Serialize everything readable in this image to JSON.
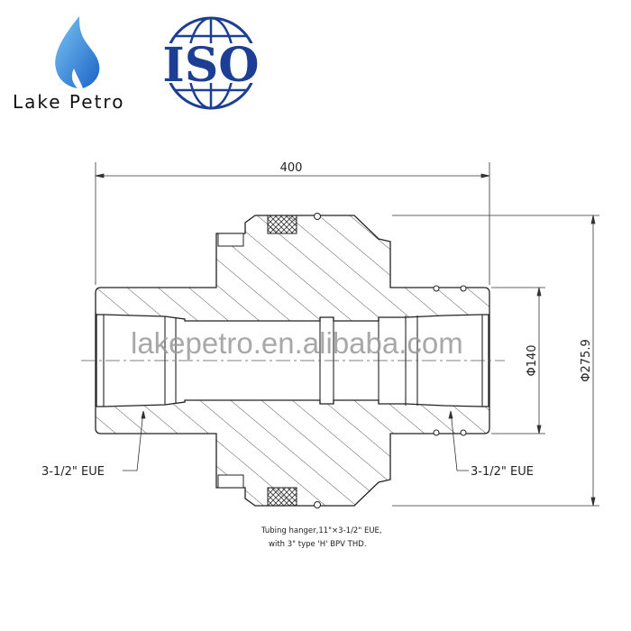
{
  "logos": {
    "company": "Lake Petro",
    "certification": "ISO",
    "brand_color": "#1e6fd0",
    "iso_color": "#1c3f94"
  },
  "drawing": {
    "overall_length": "400",
    "inner_diameter": "Φ140",
    "outer_diameter": "Φ275.9",
    "left_thread": "3-1/2\" EUE",
    "right_thread": "3-1/2\" EUE",
    "watermark": "lakepetro.en.alibaba.com",
    "caption_line1": "Tubing hanger,11\"×3-1/2\" EUE,",
    "caption_line2": "with 3\" type 'H' BPV THD."
  }
}
